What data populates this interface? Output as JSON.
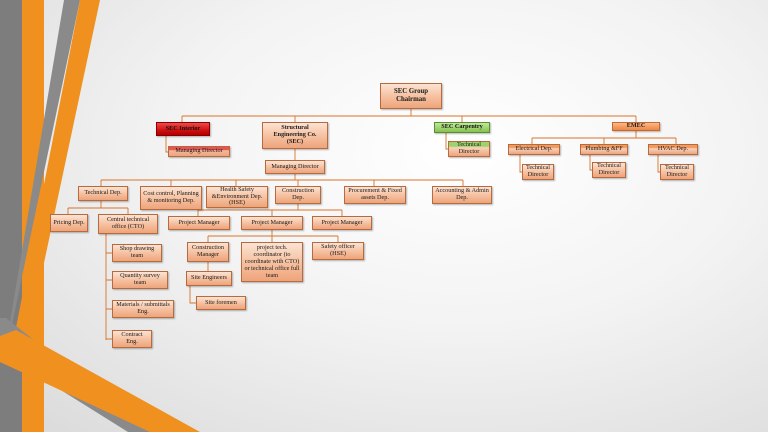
{
  "org_chart": {
    "root": "SEC Group Chairman",
    "sec_interior": {
      "name": "SEC Interior",
      "managing_director": "Managing Director"
    },
    "sec_engineering": {
      "name": "Structural Engineering Co. (SEC)",
      "managing_director": "Managing Director",
      "departments": {
        "technical": "Technical Dep.",
        "cost_control": "Cost control, Planning & monitoring Dep.",
        "hse": "Health Safety &Environment Dep. (HSE)",
        "construction": "Construction Dep.",
        "procurement": "Procurement & Fixed assets Dep.",
        "accounting": "Accounting & Admin Dep."
      },
      "technical_children": {
        "pricing": "Pricing Dep.",
        "cto": "Central technical office (CTO)",
        "cto_teams": [
          "Shop drawing team",
          "Quantity survey team",
          "Materials / submittals Eng.",
          "Contract Eng."
        ]
      },
      "project_managers": [
        "Project Manager",
        "Project Manager",
        "Project Manager"
      ],
      "construction_manager": "Construction Manager",
      "site_engineers": "Site Engineers",
      "site_foremen": "Site foremen",
      "project_tech_coordinator": "project tech. coordinator (to coordinate with CTO) or technical office full team",
      "safety_officer": "Safety officer (HSE)"
    },
    "sec_carpentry": {
      "name": "SEC Carpentry",
      "technical_director": "Technical Director"
    },
    "emec": {
      "name": "EMEC",
      "departments": [
        {
          "name": "Electrical Dep.",
          "technical_director": "Technical Director"
        },
        {
          "name": "Plumbing &FF",
          "technical_director": "Technical Director"
        },
        {
          "name": "HVAC Dep.",
          "technical_director": "Technical Director"
        }
      ]
    }
  },
  "colors": {
    "connector": "#d7742a",
    "box_peach": "#f6c2a2",
    "sec_interior": "#d01010",
    "sec_carpentry": "#9dd26c",
    "emec": "#f39a5e",
    "deco_gray": "#757575",
    "deco_orange": "#f08a1e"
  }
}
